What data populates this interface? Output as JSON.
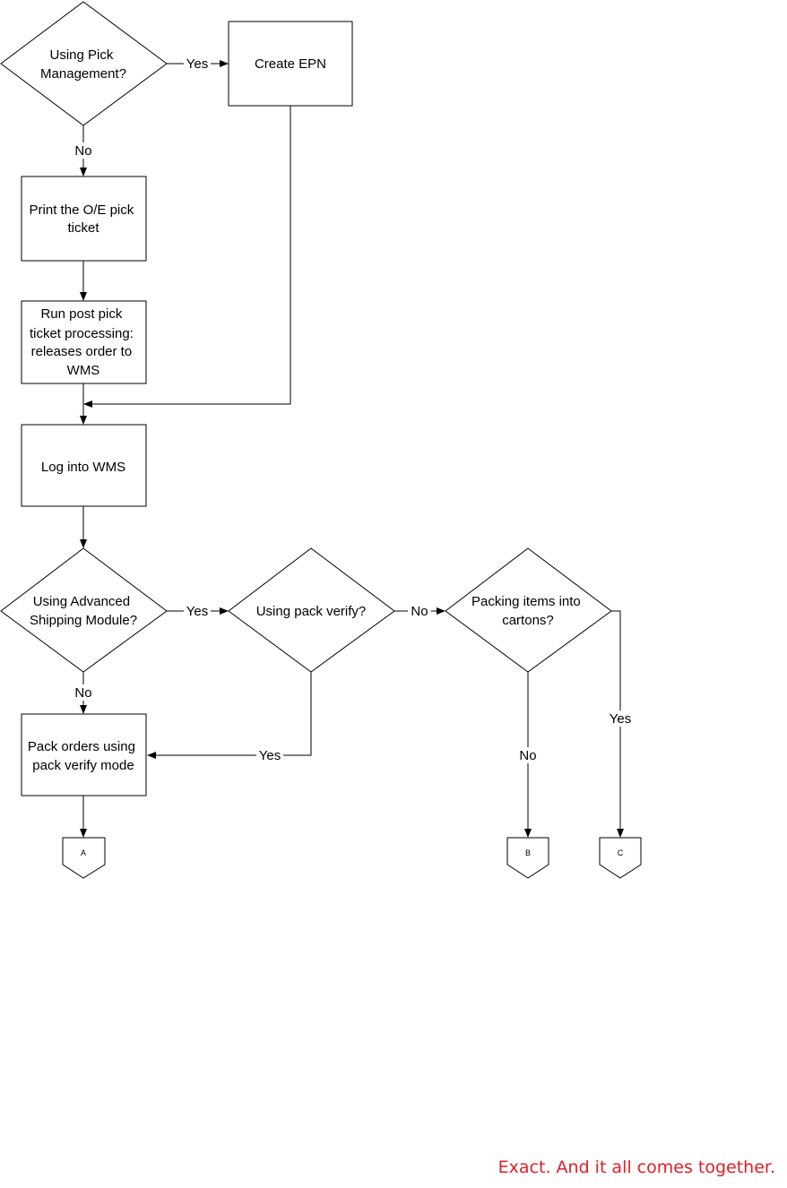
{
  "nodes": {
    "pick_mgmt": {
      "lines": [
        "Using Pick",
        "Management?"
      ]
    },
    "create_epn": {
      "lines": [
        "Create EPN"
      ]
    },
    "print_ticket": {
      "lines": [
        "Print the O/E pick",
        "ticket"
      ]
    },
    "post_pick": {
      "lines": [
        "Run post pick",
        "ticket processing:",
        "releases order to",
        "WMS"
      ]
    },
    "log_wms": {
      "lines": [
        "Log into WMS"
      ]
    },
    "adv_shipping": {
      "lines": [
        "Using Advanced",
        "Shipping Module?"
      ]
    },
    "pack_verify_q": {
      "lines": [
        "Using pack verify?"
      ]
    },
    "packing_cartons": {
      "lines": [
        "Packing items into",
        "cartons?"
      ]
    },
    "pack_orders": {
      "lines": [
        "Pack orders using",
        "pack verify mode"
      ]
    }
  },
  "connectors": {
    "a": "A",
    "b": "B",
    "c": "C"
  },
  "edge_labels": {
    "pick_yes": "Yes",
    "pick_no": "No",
    "adv_yes": "Yes",
    "adv_no": "No",
    "pv_no": "No",
    "pv_yes": "Yes",
    "cartons_no": "No",
    "cartons_yes": "Yes"
  },
  "tagline": "Exact. And it all comes together.",
  "colors": {
    "tagline": "#e31e24",
    "lines": "#000000"
  }
}
